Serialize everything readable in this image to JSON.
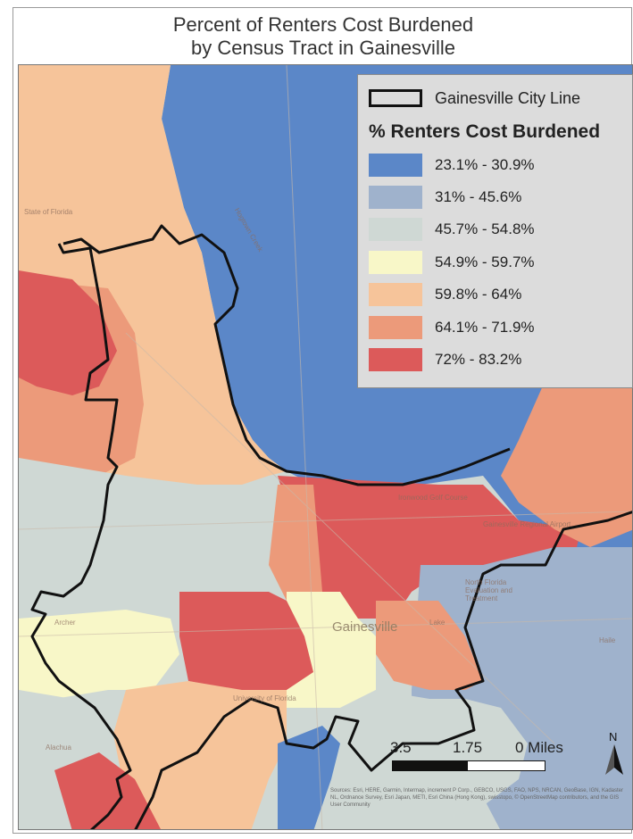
{
  "title_line1": "Percent of Renters Cost Burdened",
  "title_line2": "by Census Tract in Gainesville",
  "legend": {
    "boundary_label": "Gainesville City Line",
    "heading": "% Renters Cost Burdened",
    "classes": [
      {
        "label": "23.1% - 30.9%",
        "color": "#5b87c8"
      },
      {
        "label": "31% - 45.6%",
        "color": "#9fb2cc"
      },
      {
        "label": "45.7% - 54.8%",
        "color": "#cfd8d4"
      },
      {
        "label": "54.9% - 59.7%",
        "color": "#f8f7c8"
      },
      {
        "label": "59.8% - 64%",
        "color": "#f6c49a"
      },
      {
        "label": "64.1% - 71.9%",
        "color": "#ec9a7a"
      },
      {
        "label": "72% - 83.2%",
        "color": "#dc5a5a"
      }
    ]
  },
  "scale": {
    "left": "3.5",
    "mid": "1.75",
    "right": "0 Miles"
  },
  "north_label": "N",
  "map_labels": {
    "city": "Gainesville",
    "state_of_florida": "State of Florida",
    "university": "University of Florida",
    "north_florida_facility": "North Florida Evaluation and Treatment",
    "ironwood": "Ironwood Golf Course",
    "regional_airport": "Gainesville Regional Airport",
    "lake": "Lake",
    "hogtown_creek": "Hogtown Creek",
    "alachua": "Alachua",
    "archer": "Archer",
    "haile": "Haile"
  },
  "credits": "Sources: Esri, HERE, Garmin, Intermap, increment P Corp., GEBCO, USGS, FAO, NPS, NRCAN, GeoBase, IGN, Kadaster NL, Ordnance Survey, Esri Japan, METI, Esri China (Hong Kong), swisstopo, © OpenStreetMap contributors, and the GIS User Community"
}
